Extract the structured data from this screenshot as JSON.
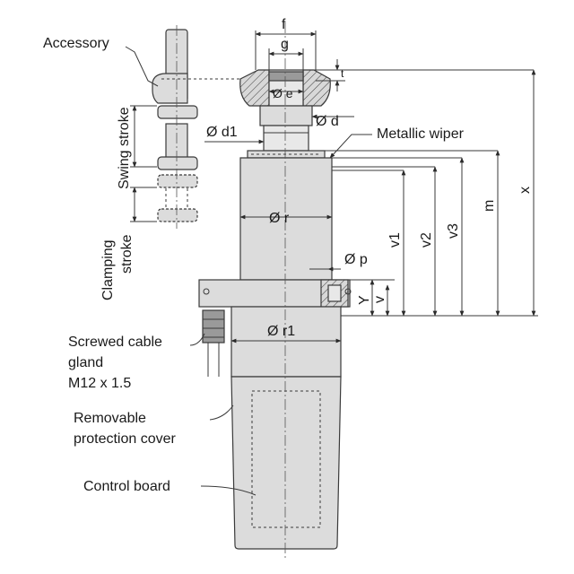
{
  "labels": {
    "accessory": "Accessory",
    "swing_stroke": "Swing stroke",
    "clamping_stroke": "Clamping stroke",
    "screwed_cable_gland_1": "Screwed cable",
    "screwed_cable_gland_2": "gland",
    "screwed_cable_gland_3": "M12 x 1.5",
    "removable_cover_1": "Removable",
    "removable_cover_2": "protection cover",
    "control_board": "Control board",
    "metallic_wiper": "Metallic wiper"
  },
  "dimensions": {
    "f": "f",
    "g": "g",
    "e": "Ø e",
    "d1": "Ø d1",
    "d": "Ø d",
    "r": "Ø r",
    "r1": "Ø r1",
    "p": "Ø p",
    "v1": "v1",
    "v2": "v2",
    "v3": "v3",
    "m": "m",
    "x": "x",
    "y": "Y",
    "v": "v",
    "t": "t"
  }
}
